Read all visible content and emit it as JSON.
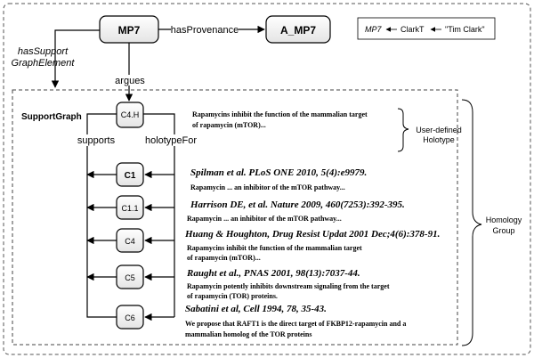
{
  "nodes": {
    "mp7": "MP7",
    "a_mp7": "A_MP7",
    "c4h": "C4.H",
    "c1": "C1",
    "c11": "C1.1",
    "c4": "C4",
    "c5": "C5",
    "c6": "C6"
  },
  "edges": {
    "has_provenance": "hasProvenance",
    "has_support_line1": "hasSupport",
    "has_support_line2": "GraphElement",
    "argues": "argues",
    "supports": "supports",
    "holotype_for": "holotypeFor"
  },
  "provenance_box": {
    "mp7": "MP7",
    "clark_t": "ClarkT",
    "tim_clark": "\"Tim Clark\""
  },
  "support_graph_title": "SupportGraph",
  "holotype_claim": {
    "line1": "Rapamycins inhibit the function of the mammalian target",
    "line2": "of rapamycin (mTOR)..."
  },
  "user_defined_label": {
    "line1": "User-defined",
    "line2": "Holotype"
  },
  "homology_label": {
    "line1": "Homology",
    "line2": "Group"
  },
  "references": [
    {
      "citation": "Spilman et al. PLoS ONE 2010, 5(4):e9979.",
      "claim": [
        "Rapamycin ... an inhibitor of the mTOR pathway..."
      ]
    },
    {
      "citation": "Harrison DE, et al. Nature 2009, 460(7253):392-395.",
      "claim": [
        "Rapamycin ... an inhibitor of the mTOR pathway..."
      ]
    },
    {
      "citation": "Huang & Houghton, Drug Resist Updat 2001 Dec;4(6):378-91.",
      "claim": [
        "Rapamycins inhibit the function of the mammalian target",
        "of rapamycin (mTOR)..."
      ]
    },
    {
      "citation": "Raught et al., PNAS 2001, 98(13):7037-44.",
      "claim": [
        "Rapamycin potently inhibits downstream signaling from the target",
        "of rapamycin (TOR) proteins."
      ]
    },
    {
      "citation": "Sabatini et al, Cell 1994, 78, 35-43.",
      "claim": [
        "We propose that RAFT1 is the direct target of FKBP12-rapamycin and a",
        "mammalian homolog of the TOR proteins"
      ]
    }
  ]
}
